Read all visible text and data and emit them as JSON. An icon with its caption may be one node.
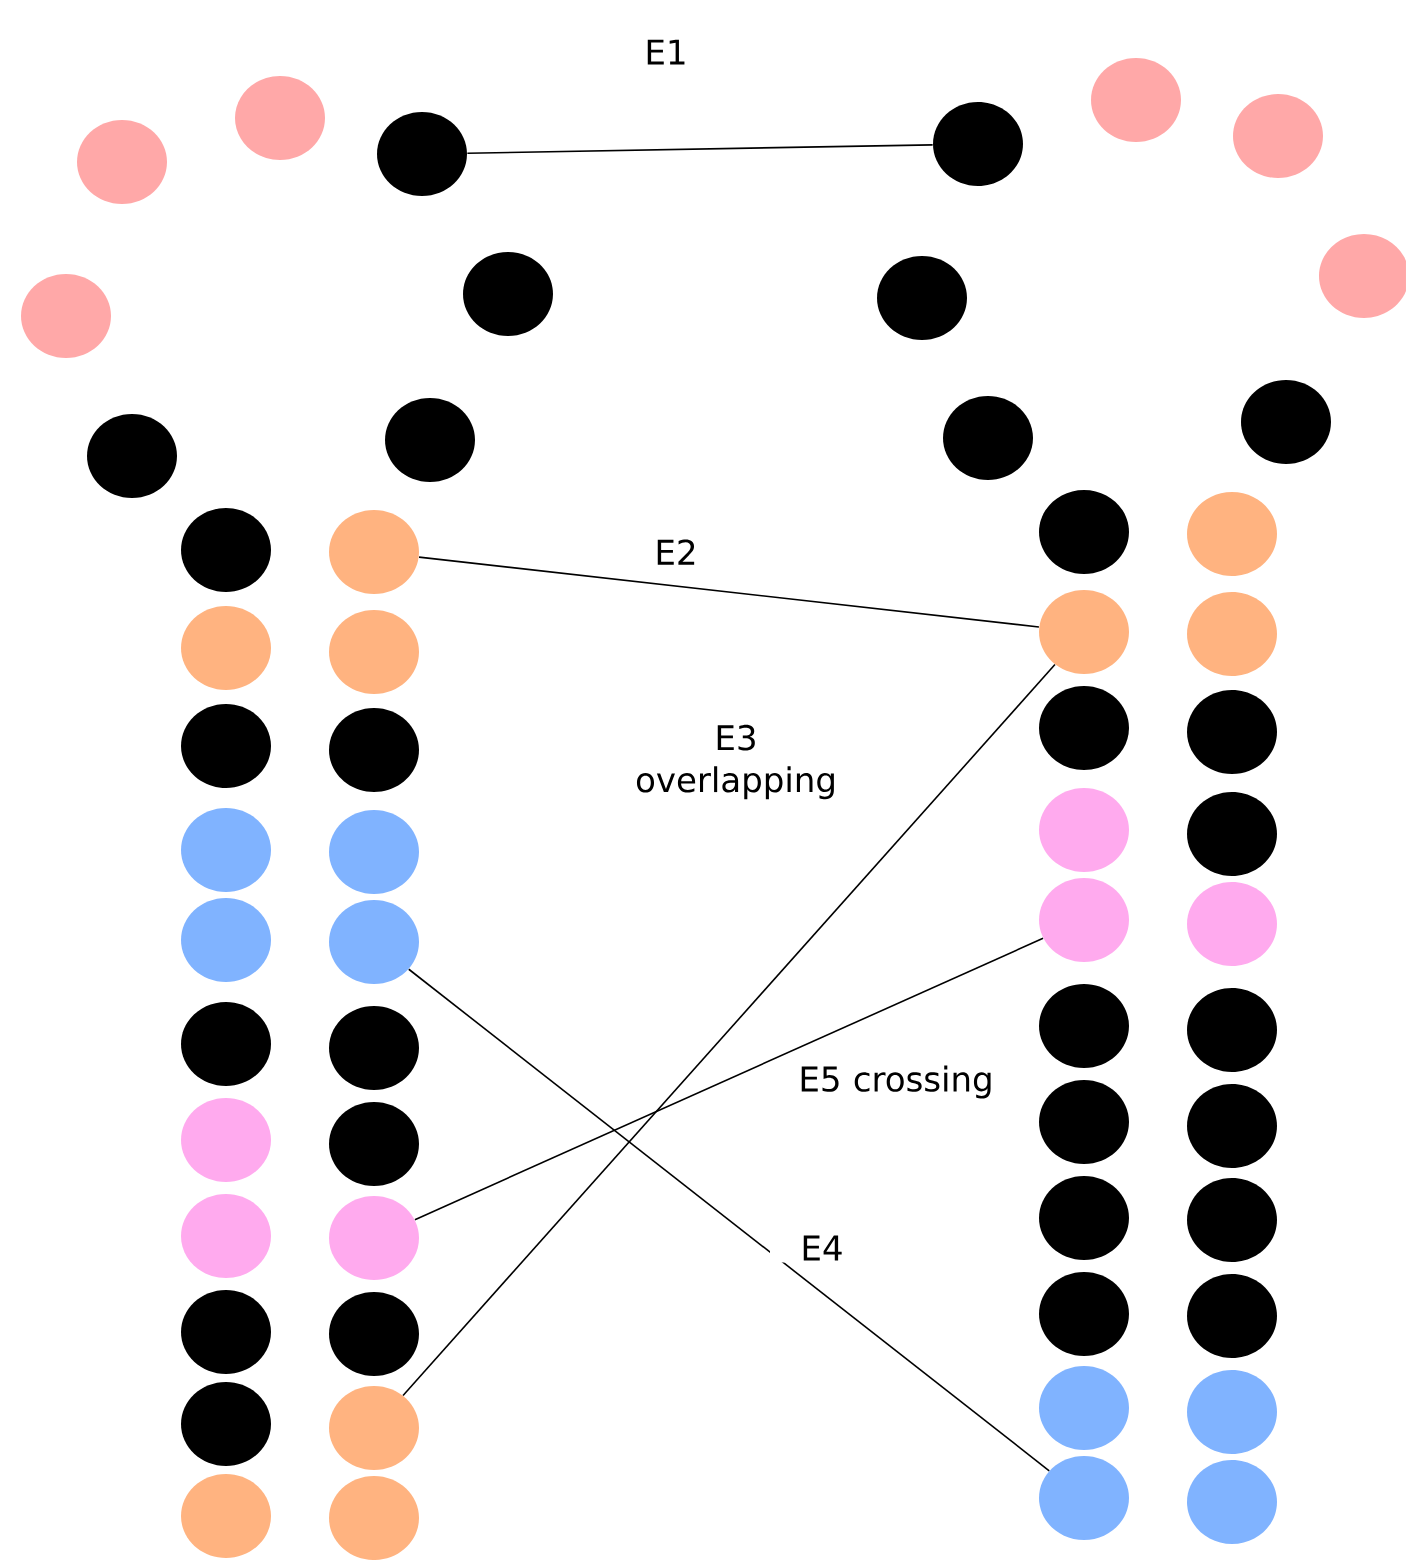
{
  "diagram": {
    "nodes": [
      {
        "text": [],
        "shape": "circle"
      },
      {
        "text": [],
        "shape": "circle"
      },
      {
        "text": [],
        "shape": "circle"
      },
      {
        "text": [],
        "shape": "circle"
      },
      {
        "text": [],
        "shape": "circle"
      },
      {
        "text": [],
        "shape": "circle"
      },
      {
        "text": [],
        "shape": "circle"
      },
      {
        "text": [],
        "shape": "circle"
      },
      {
        "text": [],
        "shape": "circle"
      },
      {
        "text": [],
        "shape": "circle"
      },
      {
        "text": [],
        "shape": "circle"
      },
      {
        "text": [],
        "shape": "circle"
      },
      {
        "text": [],
        "shape": "circle"
      },
      {
        "text": [],
        "shape": "circle"
      },
      {
        "text": [],
        "shape": "circle"
      },
      {
        "text": [],
        "shape": "circle"
      },
      {
        "text": [],
        "shape": "circle"
      },
      {
        "text": [],
        "shape": "circle"
      },
      {
        "text": [],
        "shape": "circle"
      },
      {
        "text": [],
        "shape": "circle"
      },
      {
        "text": [],
        "shape": "circle"
      },
      {
        "text": [],
        "shape": "circle"
      },
      {
        "text": [],
        "shape": "circle"
      },
      {
        "text": [],
        "shape": "circle"
      },
      {
        "text": [],
        "shape": "circle"
      },
      {
        "text": [],
        "shape": "circle"
      },
      {
        "text": [],
        "shape": "circle"
      },
      {
        "text": [],
        "shape": "circle"
      },
      {
        "text": [],
        "shape": "circle"
      },
      {
        "text": [],
        "shape": "circle"
      },
      {
        "text": [],
        "shape": "circle"
      },
      {
        "text": [],
        "shape": "circle"
      },
      {
        "text": [],
        "shape": "circle"
      },
      {
        "text": [],
        "shape": "circle"
      },
      {
        "text": [],
        "shape": "circle"
      },
      {
        "text": [],
        "shape": "circle"
      },
      {
        "text": [],
        "shape": "circle"
      },
      {
        "text": [],
        "shape": "circle"
      },
      {
        "text": [],
        "shape": "circle"
      },
      {
        "text": [],
        "shape": "circle"
      },
      {
        "text": [],
        "shape": "circle"
      },
      {
        "text": [],
        "shape": "circle"
      },
      {
        "text": [],
        "shape": "circle"
      },
      {
        "text": [],
        "shape": "circle"
      },
      {
        "text": [],
        "shape": "circle"
      },
      {
        "text": [],
        "shape": "circle"
      },
      {
        "text": [],
        "shape": "circle"
      },
      {
        "text": [],
        "shape": "circle"
      },
      {
        "text": [],
        "shape": "circle"
      },
      {
        "text": [],
        "shape": "circle"
      },
      {
        "text": [],
        "shape": "circle"
      },
      {
        "text": [],
        "shape": "circle"
      },
      {
        "text": [],
        "shape": "circle"
      },
      {
        "text": [],
        "shape": "circle"
      },
      {
        "text": [],
        "shape": "circle"
      },
      {
        "text": [],
        "shape": "circle"
      },
      {
        "text": [],
        "shape": "circle"
      },
      {
        "text": [],
        "shape": "circle"
      }
    ],
    "edges": [
      {
        "from": 2,
        "to": 7,
        "arrow": "none",
        "label": "E1"
      },
      {
        "from": 25,
        "to": 37,
        "arrow": "none",
        "label": "E2"
      },
      {
        "from": 34,
        "to": 37,
        "arrow": "none",
        "label": "E3 overlapping"
      },
      {
        "from": 29,
        "to": 46,
        "arrow": "none",
        "label": "E4"
      },
      {
        "from": 32,
        "to": 40,
        "arrow": "none",
        "label": "E5 crossing"
      }
    ]
  }
}
